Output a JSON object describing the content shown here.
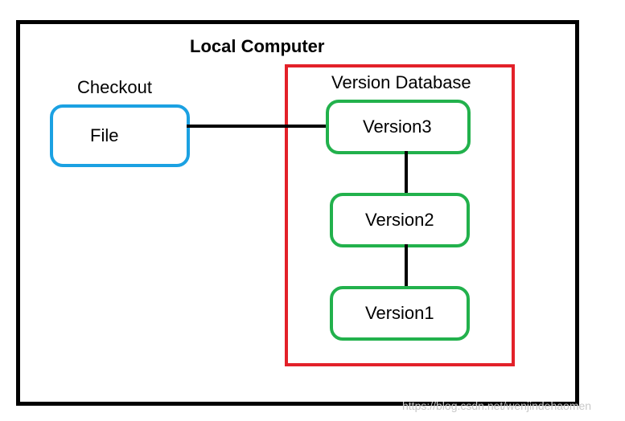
{
  "diagram": {
    "title": "Local Computer",
    "checkout_label": "Checkout",
    "file_label": "File",
    "database_label": "Version Database",
    "versions": [
      "Version3",
      "Version2",
      "Version1"
    ]
  },
  "colors": {
    "outer_border": "#000000",
    "database_border": "#e32129",
    "file_border": "#1ba1e2",
    "version_border": "#22b14c",
    "connector": "#000000"
  },
  "watermark": "https://blog.csdn.net/wenjindehaomen"
}
